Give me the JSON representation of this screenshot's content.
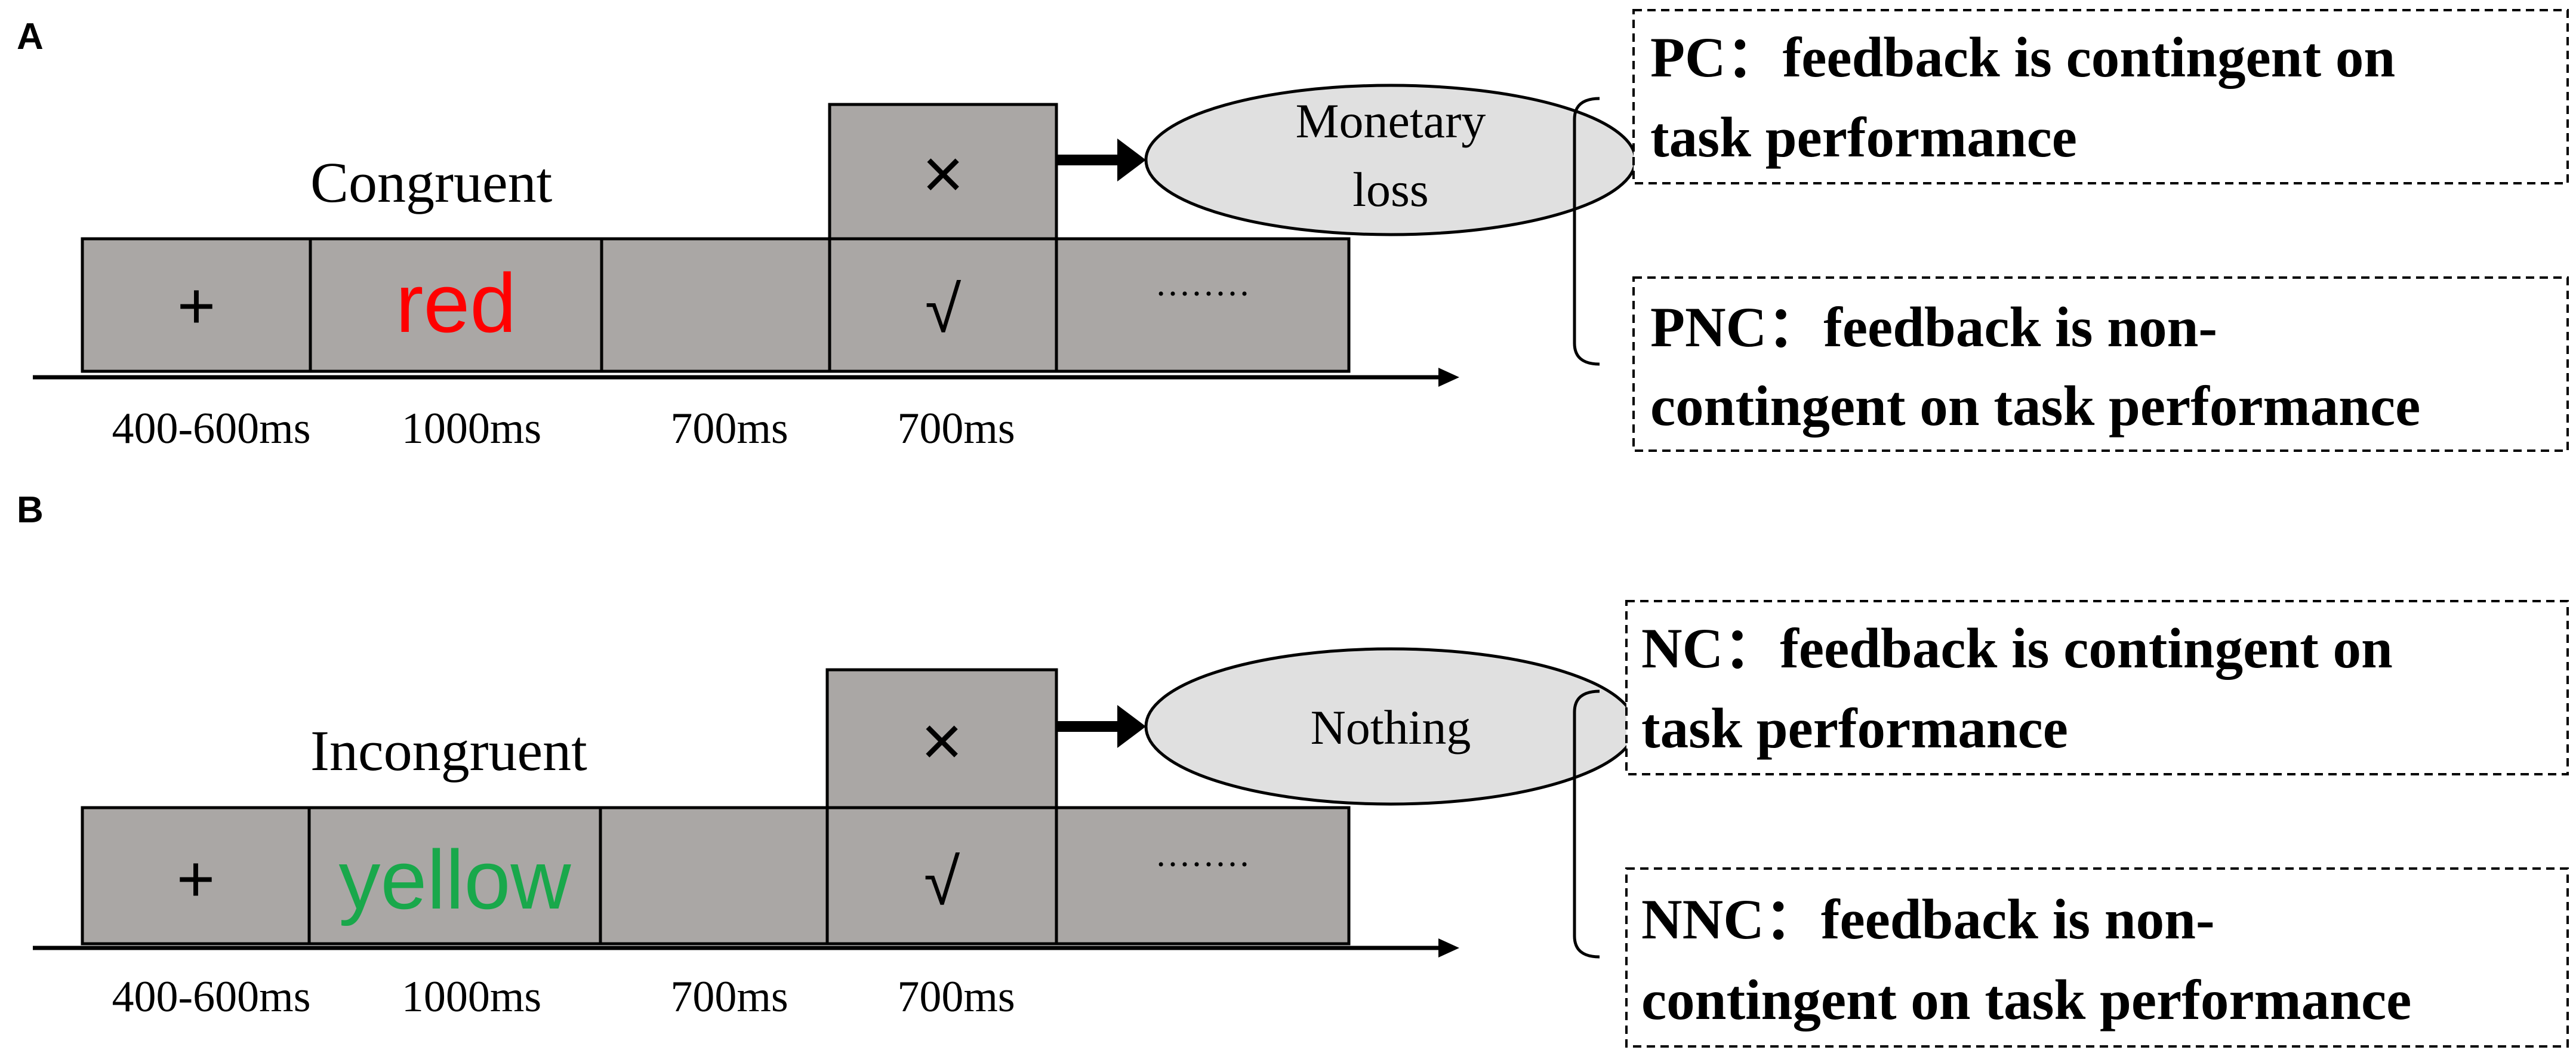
{
  "colors": {
    "box": "#aaa7a5",
    "oval": "#e0e0e0",
    "stroke": "#000000",
    "red_word": "#ff0000",
    "green_word": "#19a84b"
  },
  "panels": [
    {
      "letter": "A",
      "condition": "Congruent",
      "fixation": "+",
      "stimulus_word": "red",
      "stimulus_color_key": "red_word",
      "wrong_mark": "×",
      "right_mark": "√",
      "continuation": "········",
      "outcome": [
        "Monetary",
        "loss"
      ],
      "durations": [
        "400-600ms",
        "1000ms",
        "700ms",
        "700ms"
      ],
      "descriptions": [
        {
          "lines": [
            "PC：feedback is contingent on",
            "task performance"
          ]
        },
        {
          "lines": [
            "PNC：feedback is non-",
            "contingent on task performance"
          ]
        }
      ]
    },
    {
      "letter": "B",
      "condition": "Incongruent",
      "fixation": "+",
      "stimulus_word": "yellow",
      "stimulus_color_key": "green_word",
      "wrong_mark": "×",
      "right_mark": "√",
      "continuation": "········",
      "outcome": [
        "Nothing"
      ],
      "durations": [
        "400-600ms",
        "1000ms",
        "700ms",
        "700ms"
      ],
      "descriptions": [
        {
          "lines": [
            "NC：feedback is contingent on",
            "task performance"
          ]
        },
        {
          "lines": [
            "NNC：feedback is non-",
            "contingent on task performance"
          ]
        }
      ]
    }
  ]
}
